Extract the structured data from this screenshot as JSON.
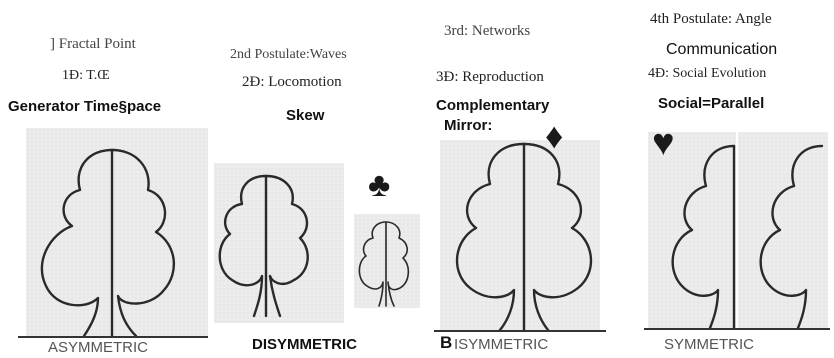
{
  "col1": {
    "line1": "] Fractal Point",
    "line2": "1Đ: T.Œ",
    "line3": "Generator Time§pace",
    "bottom": "ASYMMETRIC"
  },
  "col2": {
    "line1": "2nd Postulate:Waves",
    "line2": "2Đ: Locomotion",
    "line3": "Skew",
    "bottom": "DISYMMETRIC"
  },
  "col3": {
    "line1": "3rd: Networks",
    "line2": "3Đ: Reproduction",
    "line3": "Complementary",
    "line4": "Mirror:",
    "bottom_initial": "B",
    "bottom": "ISYMMETRIC"
  },
  "col4": {
    "line1": "4th Postulate:  Angle",
    "line2": "Communication",
    "line3": "4Đ: Social Evolution",
    "line4": "Social=Parallel",
    "bottom": "SYMMETRIC"
  },
  "icons": [
    "club-icon",
    "diamond-icon",
    "heart-icon"
  ]
}
